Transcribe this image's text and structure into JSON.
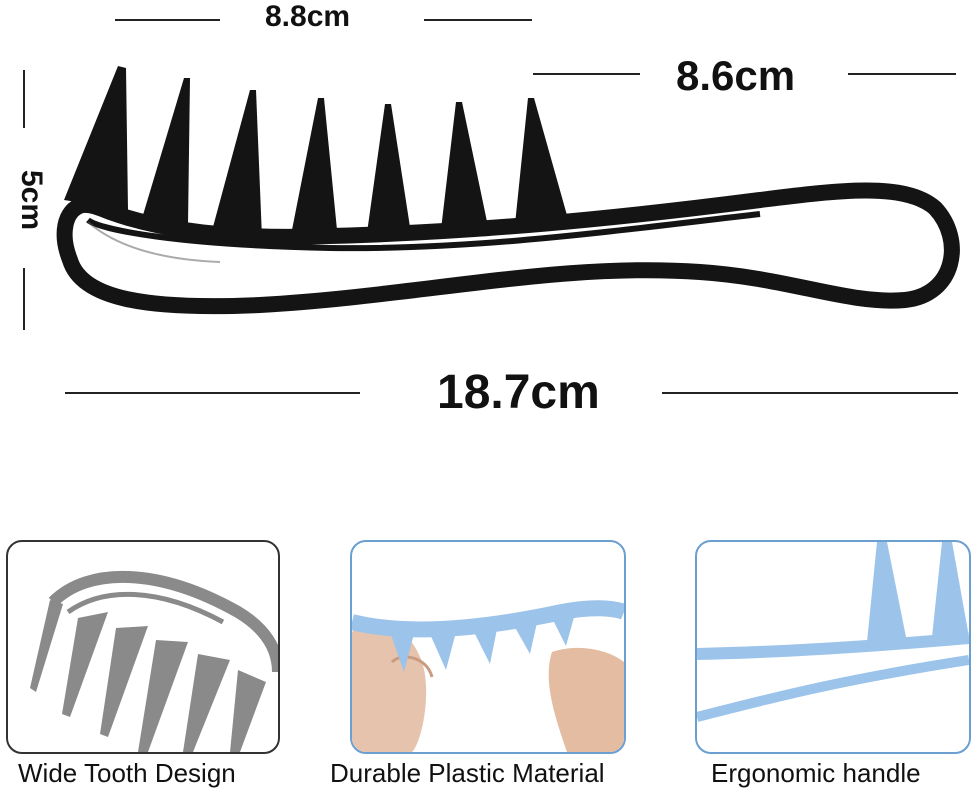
{
  "dimensions": {
    "teeth_length": "8.8cm",
    "handle_length": "8.6cm",
    "height": "5cm",
    "total_length": "18.7cm"
  },
  "features": [
    {
      "caption": "Wide Tooth Design",
      "icon": "comb-wide-teeth-closeup"
    },
    {
      "caption": "Durable Plastic Material",
      "icon": "hands-bending-comb"
    },
    {
      "caption": "Ergonomic handle",
      "icon": "comb-handle-closeup"
    }
  ],
  "colors": {
    "comb": "#141414",
    "gray_comb": "#8a8a8a",
    "blue_comb": "#9cc3ea",
    "blue_border": "#6a9fd0"
  }
}
